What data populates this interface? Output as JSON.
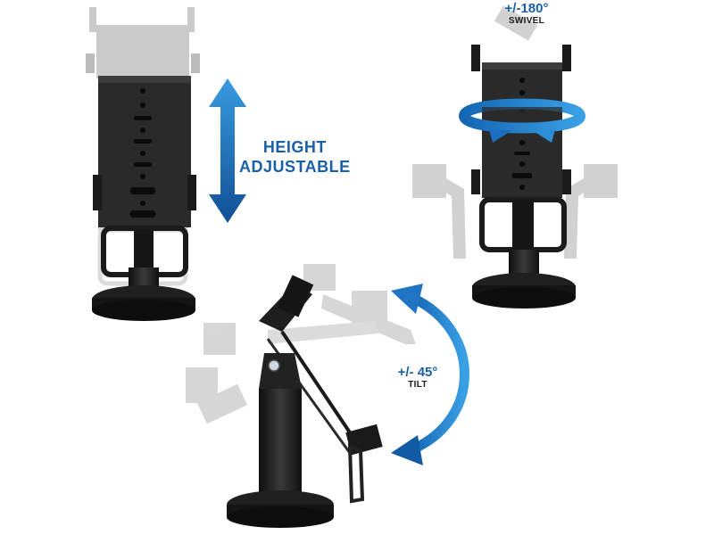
{
  "labels": {
    "height": {
      "line1": "HEIGHT",
      "line2": "ADJUSTABLE"
    },
    "swivel": {
      "value": "+/-180°",
      "caption": "SWIVEL"
    },
    "tilt": {
      "value": "+/- 45°",
      "caption": "TILT"
    }
  },
  "colors": {
    "accent": "#1b5fa8",
    "arrow_light": "#2f8fd8",
    "metal": "#1e1e1e",
    "ghost": "#b5b5b5"
  }
}
